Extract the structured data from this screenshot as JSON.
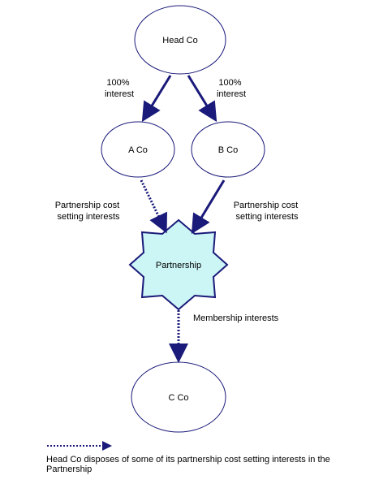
{
  "diagram": {
    "nodes": {
      "head_co": "Head Co",
      "a_co": "A Co",
      "b_co": "B Co",
      "partnership": "Partnership",
      "c_co": "C Co"
    },
    "edge_labels": {
      "head_to_a": [
        "100%",
        "interest"
      ],
      "head_to_b": [
        "100%",
        "interest"
      ],
      "a_to_partnership": [
        "Partnership cost",
        "setting interests"
      ],
      "b_to_partnership": [
        "Partnership cost",
        "setting interests"
      ],
      "partnership_to_c": "Membership interests"
    },
    "legend": {
      "text": "Head Co disposes of some of its partnership cost setting interests in the Partnership"
    },
    "colors": {
      "arrow": "#1a1a7a",
      "outline": "#1a1a7a",
      "partnership_fill": "#ccf5f5"
    }
  }
}
